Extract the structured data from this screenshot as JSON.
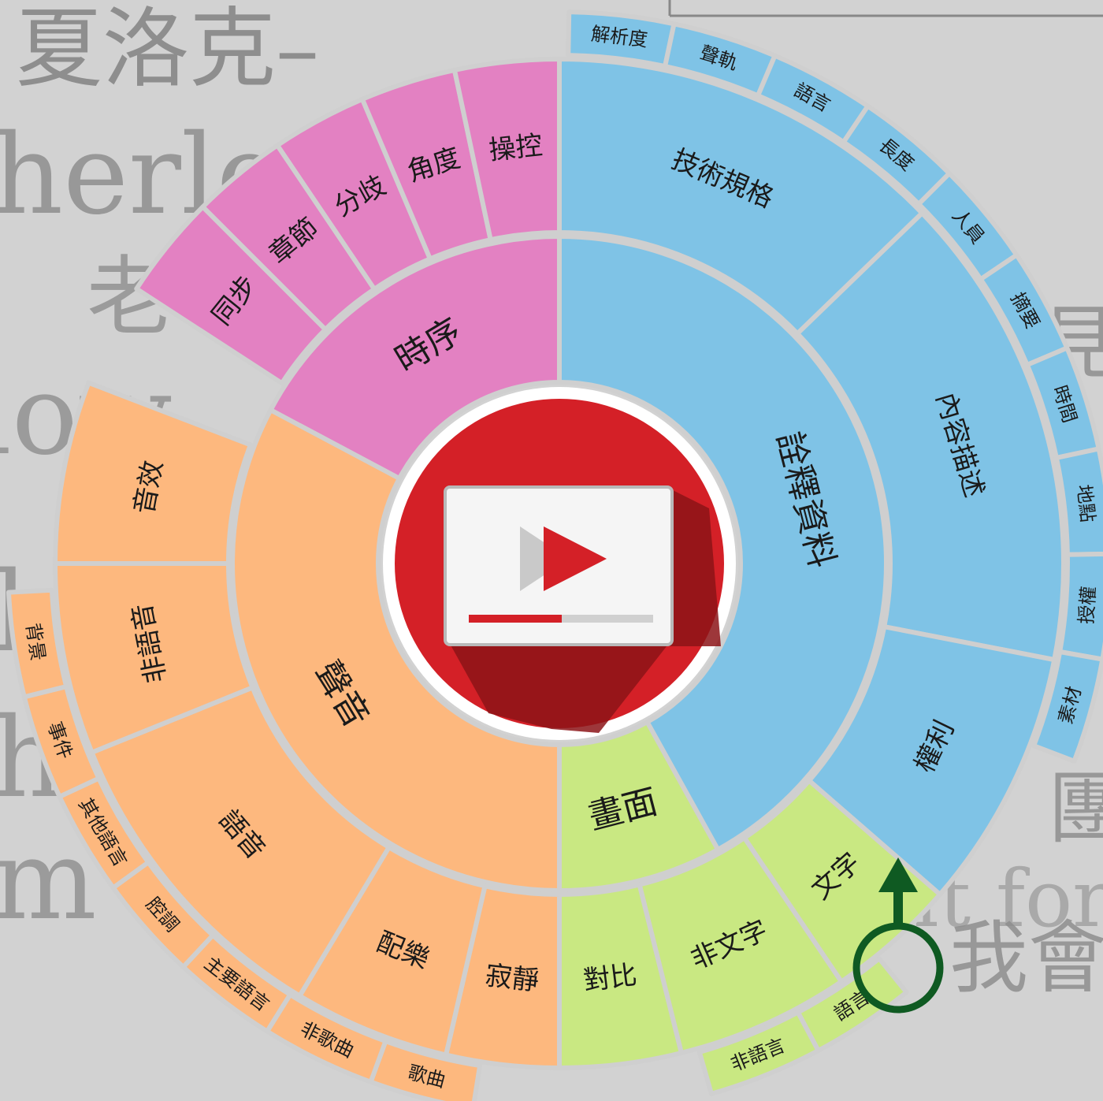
{
  "background_text": {
    "line1": "夏洛克–",
    "line2": "herlock",
    "line3": "老",
    "line4": "low",
    "line5": "he",
    "line6": "he",
    "line7": "m h",
    "line8": "我會",
    "line9": "團",
    "line10": "見",
    "line11": "lt for"
  },
  "center_icon": "video-player-icon",
  "colors": {
    "blue": "#7fc3e6",
    "green": "#c9e882",
    "orange": "#fdb87e",
    "pink": "#e381c2",
    "center": "#d42027",
    "arrow": "#0f5a22"
  },
  "highlight": {
    "label": "語言",
    "note": "arrow points from 語言 up to 文字"
  },
  "segments": [
    {
      "id": "meta",
      "ring": 1,
      "label": "詮釋資料",
      "color": "blue",
      "a0": 0,
      "a1": 151
    },
    {
      "id": "image",
      "ring": 1,
      "label": "畫面",
      "color": "green",
      "a0": 151,
      "a1": 180
    },
    {
      "id": "sound",
      "ring": 1,
      "label": "聲音",
      "color": "orange",
      "a0": 180,
      "a1": 298
    },
    {
      "id": "timing",
      "ring": 1,
      "label": "時序",
      "color": "pink",
      "a0": 298,
      "a1": 360
    },
    {
      "id": "tech",
      "ring": 2,
      "label": "技術規格",
      "color": "blue",
      "a0": 0,
      "a1": 46
    },
    {
      "id": "content",
      "ring": 2,
      "label": "內容描述",
      "color": "blue",
      "a0": 46,
      "a1": 101
    },
    {
      "id": "rights",
      "ring": 2,
      "label": "權利",
      "color": "blue",
      "a0": 101,
      "a1": 131
    },
    {
      "id": "text",
      "ring": 2,
      "label": "文字",
      "color": "green",
      "a0": 131,
      "a1": 146
    },
    {
      "id": "nontext",
      "ring": 2,
      "label": "非文字",
      "color": "green",
      "a0": 146,
      "a1": 166
    },
    {
      "id": "contrast",
      "ring": 2,
      "label": "對比",
      "color": "green",
      "a0": 166,
      "a1": 180
    },
    {
      "id": "silence",
      "ring": 2,
      "label": "寂靜",
      "color": "orange",
      "a0": 180,
      "a1": 193
    },
    {
      "id": "music",
      "ring": 2,
      "label": "配樂",
      "color": "orange",
      "a0": 193,
      "a1": 211
    },
    {
      "id": "speech",
      "ring": 2,
      "label": "語音",
      "color": "orange",
      "a0": 211,
      "a1": 248
    },
    {
      "id": "nonspeech",
      "ring": 2,
      "label": "非語音",
      "color": "orange",
      "a0": 248,
      "a1": 270
    },
    {
      "id": "sfx",
      "ring": 2,
      "label": "音效",
      "color": "orange",
      "a0": 270,
      "a1": 291
    },
    {
      "id": "sync",
      "ring": 2,
      "label": "同步",
      "color": "pink",
      "a0": 303,
      "a1": 315
    },
    {
      "id": "chapter",
      "ring": 2,
      "label": "章節",
      "color": "pink",
      "a0": 315,
      "a1": 326
    },
    {
      "id": "branch",
      "ring": 2,
      "label": "分歧",
      "color": "pink",
      "a0": 326,
      "a1": 337
    },
    {
      "id": "angle",
      "ring": 2,
      "label": "角度",
      "color": "pink",
      "a0": 337,
      "a1": 348
    },
    {
      "id": "control",
      "ring": 2,
      "label": "操控",
      "color": "pink",
      "a0": 348,
      "a1": 360
    },
    {
      "id": "resolution",
      "ring": 3,
      "label": "解析度",
      "color": "blue",
      "a0": 1,
      "a1": 12
    },
    {
      "id": "audiotrack",
      "ring": 3,
      "label": "聲軌",
      "color": "blue",
      "a0": 12,
      "a1": 23
    },
    {
      "id": "language",
      "ring": 3,
      "label": "語言",
      "color": "blue",
      "a0": 23,
      "a1": 34
    },
    {
      "id": "length",
      "ring": 3,
      "label": "長度",
      "color": "blue",
      "a0": 34,
      "a1": 45
    },
    {
      "id": "people",
      "ring": 3,
      "label": "人員",
      "color": "blue",
      "a0": 45,
      "a1": 56
    },
    {
      "id": "summary",
      "ring": 3,
      "label": "摘要",
      "color": "blue",
      "a0": 56,
      "a1": 67
    },
    {
      "id": "time",
      "ring": 3,
      "label": "時間",
      "color": "blue",
      "a0": 67,
      "a1": 78
    },
    {
      "id": "place",
      "ring": 3,
      "label": "地點",
      "color": "blue",
      "a0": 78,
      "a1": 89
    },
    {
      "id": "license",
      "ring": 3,
      "label": "授權",
      "color": "blue",
      "a0": 89,
      "a1": 100
    },
    {
      "id": "material",
      "ring": 3,
      "label": "素材",
      "color": "blue",
      "a0": 100,
      "a1": 111
    },
    {
      "id": "text-lang",
      "ring": 3,
      "label": "語言",
      "color": "green",
      "a0": 141,
      "a1": 152
    },
    {
      "id": "text-nonlang",
      "ring": 3,
      "label": "非語言",
      "color": "green",
      "a0": 152,
      "a1": 164
    },
    {
      "id": "song",
      "ring": 3,
      "label": "歌曲",
      "color": "orange",
      "a0": 189,
      "a1": 200
    },
    {
      "id": "nonsong",
      "ring": 3,
      "label": "非歌曲",
      "color": "orange",
      "a0": 200,
      "a1": 212
    },
    {
      "id": "mainlang",
      "ring": 3,
      "label": "主要語言",
      "color": "orange",
      "a0": 212,
      "a1": 223
    },
    {
      "id": "tone",
      "ring": 3,
      "label": "腔調",
      "color": "orange",
      "a0": 223,
      "a1": 234
    },
    {
      "id": "otherlang",
      "ring": 3,
      "label": "其他語言",
      "color": "orange",
      "a0": 234,
      "a1": 245
    },
    {
      "id": "event",
      "ring": 3,
      "label": "事件",
      "color": "orange",
      "a0": 245,
      "a1": 256
    },
    {
      "id": "backdrop",
      "ring": 3,
      "label": "背景",
      "color": "orange",
      "a0": 256,
      "a1": 267
    }
  ]
}
